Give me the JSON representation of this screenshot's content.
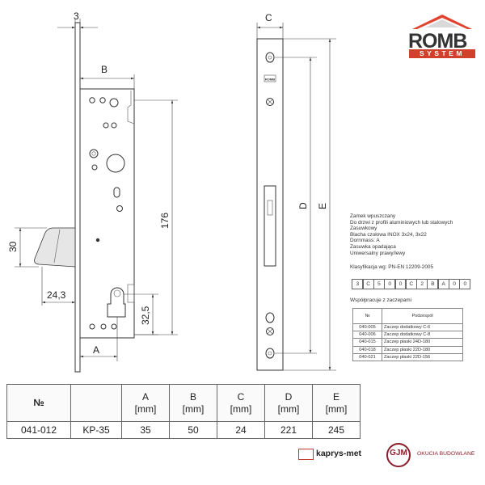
{
  "dimension_labels": {
    "three": "3",
    "b": "B",
    "a": "A",
    "c": "C",
    "d": "D",
    "e": "E",
    "thirty": "30",
    "twenty_four": "24,3",
    "thirty_two": "32,5",
    "one_seventy_six": "176"
  },
  "faceplate_logo": "ROMB",
  "logo": {
    "word": "ROMB",
    "system": "SYSTEM",
    "color": "#d0402b"
  },
  "description": {
    "lines": [
      "Zamek wpuszczany",
      "Do drzwi z profili aluminiowych lub stalowych",
      "Zasuwkowy",
      "Blacha czołowa INOX 3x24, 3x22",
      "Dornmass: A",
      "Zasuwka opadająca",
      "Uniwersalny prawy/lewy"
    ],
    "classification": "Klasyfikacja wg: PN-EN 12209-2005",
    "code": [
      "3",
      "C",
      "5",
      "0",
      "0",
      "C",
      "2",
      "B",
      "A",
      "0",
      "0"
    ],
    "cooperates": "Współpracuje z zaczepami"
  },
  "strikes": {
    "headers": [
      "№",
      "Podzespół"
    ],
    "rows": [
      {
        "nr": "040-005",
        "name": "Zaczep dodatkowy C-6"
      },
      {
        "nr": "040-006",
        "name": "Zaczep dodatkowy C-8"
      },
      {
        "nr": "040-015",
        "name": "Zaczep płaski 24D-180"
      },
      {
        "nr": "040-018",
        "name": "Zaczep płaski 22D-180"
      },
      {
        "nr": "040-021",
        "name": "Zaczep płaski 22D-156"
      }
    ]
  },
  "dimension_table": {
    "headers": [
      {
        "name": "№",
        "unit": ""
      },
      {
        "name": "",
        "unit": ""
      },
      {
        "name": "A",
        "unit": "[mm]"
      },
      {
        "name": "B",
        "unit": "[mm]"
      },
      {
        "name": "C",
        "unit": "[mm]"
      },
      {
        "name": "D",
        "unit": "[mm]"
      },
      {
        "name": "E",
        "unit": "[mm]"
      }
    ],
    "row": [
      "041-012",
      "KP-35",
      "35",
      "50",
      "24",
      "221",
      "245"
    ]
  },
  "footer_logos": {
    "kaprys": "kaprys-met",
    "gjm": "GJM",
    "gjm_sub": "OKUCIA BUDOWLANE"
  }
}
